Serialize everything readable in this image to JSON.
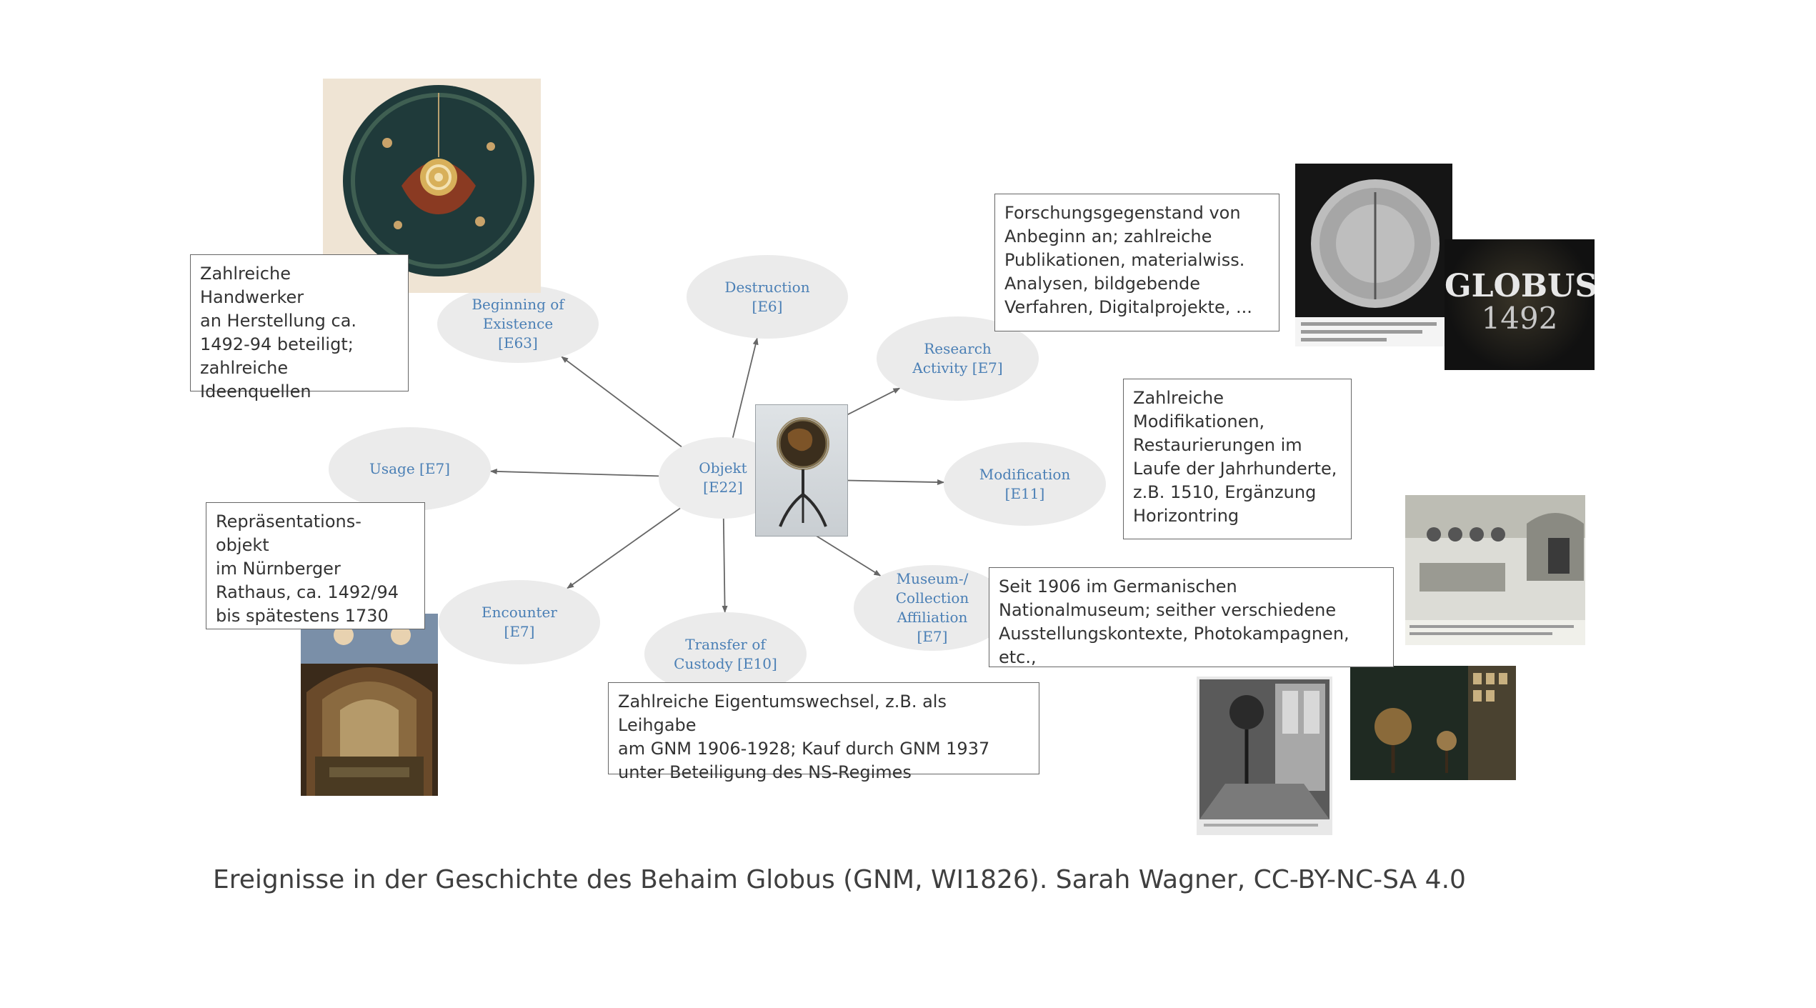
{
  "diagram": {
    "center": {
      "id": "objekt",
      "label": "Objekt\n[E22]"
    },
    "events": [
      {
        "id": "beginning",
        "label": "Beginning of\nExistence\n[E63]"
      },
      {
        "id": "destruction",
        "label": "Destruction\n[E6]"
      },
      {
        "id": "research",
        "label": "Research\nActivity [E7]"
      },
      {
        "id": "modification",
        "label": "Modification\n[E11]"
      },
      {
        "id": "museum",
        "label": "Museum-/\nCollection\nAffiliation\n[E7]"
      },
      {
        "id": "transfer",
        "label": "Transfer of\nCustody [E10]"
      },
      {
        "id": "encounter",
        "label": "Encounter\n[E7]"
      },
      {
        "id": "usage",
        "label": "Usage [E7]"
      }
    ],
    "edges": [
      {
        "from": "objekt",
        "to": "beginning"
      },
      {
        "from": "objekt",
        "to": "destruction"
      },
      {
        "from": "objekt",
        "to": "research"
      },
      {
        "from": "objekt",
        "to": "modification"
      },
      {
        "from": "objekt",
        "to": "museum"
      },
      {
        "from": "objekt",
        "to": "transfer"
      },
      {
        "from": "objekt",
        "to": "encounter"
      },
      {
        "from": "objekt",
        "to": "usage"
      }
    ]
  },
  "notes": {
    "beginning": "Zahlreiche Handwerker\nan Herstellung ca.\n1492-94 beteiligt;\nzahlreiche\nIdeenquellen",
    "research": "Forschungsgegenstand von\nAnbeginn an; zahlreiche\nPublikationen, materialwiss.\nAnalysen, bildgebende\nVerfahren, Digitalprojekte, ...",
    "modification": "Zahlreiche\nModifikationen,\nRestaurierungen im\nLaufe der Jahrhunderte,\nz.B. 1510, Ergänzung\nHorizontring",
    "usage": "Repräsentations- objekt\nim Nürnberger\nRathaus, ca. 1492/94\nbis spätestens 1730",
    "museum": "Seit 1906 im Germanischen\nNationalmuseum; seither verschiedene\nAusstellungskontexte, Photokampagnen, etc.,",
    "transfer": "Zahlreiche Eigentumswechsel, z.B. als Leihgabe\nam GNM 1906-1928; Kauf durch GNM 1937\nunter Beteiligung des NS-Regimes"
  },
  "images": {
    "poster_title": "GLOBUS",
    "poster_year": "1492"
  },
  "caption": "Ereignisse in der Geschichte des Behaim Globus (GNM, WI1826). Sarah Wagner, CC-BY-NC-SA 4.0",
  "colors": {
    "node_fill": "#ebebeb",
    "node_text": "#4a7fb5",
    "edge": "#666666",
    "note_border": "#666666",
    "note_text": "#333333"
  }
}
